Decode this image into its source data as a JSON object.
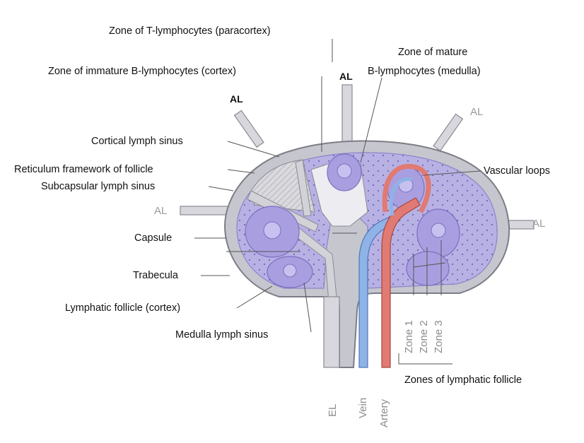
{
  "labels": {
    "zone_t": "Zone of T-lymphocytes (paracortex)",
    "zone_immature_b": "Zone of immature B-lymphocytes (cortex)",
    "zone_mature_b_line1": "Zone of mature",
    "zone_mature_b_line2": "B-lymphocytes (medulla)",
    "cortical_sinus": "Cortical lymph sinus",
    "reticulum": "Reticulum framework of follicle",
    "subcapsular": "Subcapsular lymph sinus",
    "capsule": "Capsule",
    "trabecula": "Trabecula",
    "lymphatic_follicle": "Lymphatic follicle (cortex)",
    "medulla_sinus": "Medulla lymph sinus",
    "vascular_loops": "Vascular loops",
    "zones_of_follicle": "Zones of lymphatic follicle",
    "al": "AL",
    "el": "EL",
    "vein": "Vein",
    "artery": "Artery",
    "zone1": "Zone 1",
    "zone2": "Zone 2",
    "zone3": "Zone 3"
  },
  "colors": {
    "capsule": "#c9c9cf",
    "parenchyma": "#b9b3e6",
    "sinus": "#dcdce3",
    "vein": "#8fb3e6",
    "artery": "#e07a72",
    "leader": "#666666"
  }
}
